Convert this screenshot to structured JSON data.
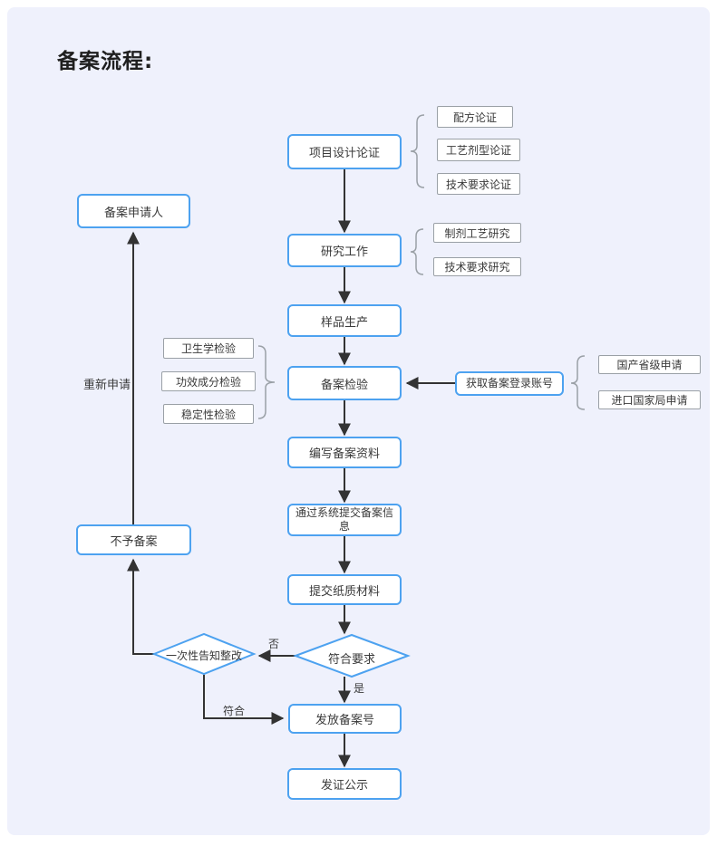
{
  "title": "备案流程:",
  "colors": {
    "background": "#eff1fc",
    "node_border_blue": "#4da2f0",
    "item_border_gray": "#9aa0a6",
    "arrow": "#333333",
    "text": "#3a3a3a"
  },
  "nodes": {
    "applicant": "备案申请人",
    "project_design": "项目设计论证",
    "research": "研究工作",
    "sample_production": "样品生产",
    "filing_inspection": "备案检验",
    "get_account": "获取备案登录账号",
    "write_materials": "编写备案资料",
    "submit_system": "通过系统提交备案信息",
    "submit_paper": "提交纸质材料",
    "meets_requirements": "符合要求",
    "one_time_notice": "一次性告知整改",
    "no_filing": "不予备案",
    "issue_number": "发放备案号",
    "certificate_publicity": "发证公示"
  },
  "side_items": {
    "design_items": [
      "配方论证",
      "工艺剂型论证",
      "技术要求论证"
    ],
    "research_items": [
      "制剂工艺研究",
      "技术要求研究"
    ],
    "inspection_items": [
      "卫生学检验",
      "功效成分检验",
      "稳定性检验"
    ],
    "account_items": [
      "国产省级申请",
      "进口国家局申请"
    ]
  },
  "edge_labels": {
    "no": "否",
    "yes": "是",
    "conform": "符合",
    "reapply": "重新申请"
  }
}
